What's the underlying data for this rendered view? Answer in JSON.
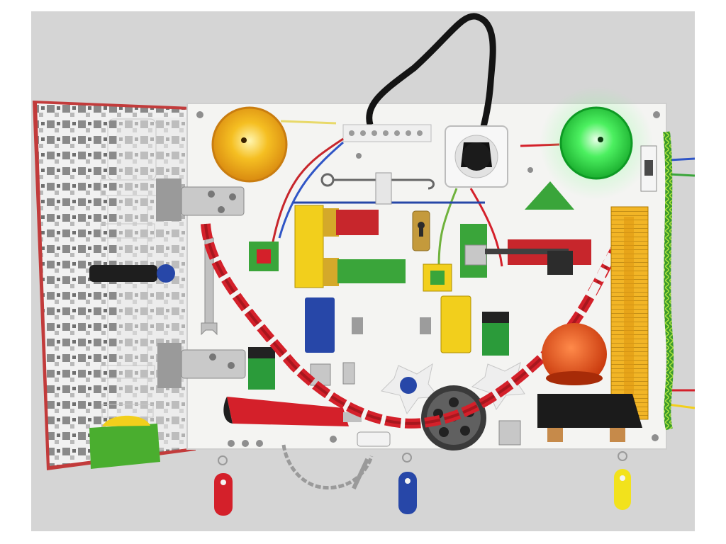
{
  "scene": {
    "subject": "busy-board",
    "colors": {
      "wall": "#dcdcdc",
      "board": "#f4f4f2",
      "red": "#d4202a",
      "green": "#3aa53a",
      "yellow": "#f2cf1c",
      "blue": "#2747a8",
      "amber_light": "#f2a51c",
      "green_light": "#39e24f",
      "ruler": "#f2b526",
      "rope": "#4caf32",
      "cable": "#141414"
    },
    "icons": [
      "lamp-icon",
      "socket-icon",
      "plug-icon",
      "hinge-icon",
      "chain-icon",
      "wrench-icon",
      "battery-icon",
      "latch-icon",
      "keyhole-icon",
      "switch-icon",
      "drain-grate-icon",
      "box-cutter-icon",
      "ruler-icon",
      "key-tag-icon",
      "bolt-rod-icon",
      "pipe-icon",
      "rope-icon",
      "bowl-icon",
      "triangle-block-icon"
    ],
    "lights": {
      "left_lamp": "amber",
      "right_lamp": "green"
    }
  }
}
